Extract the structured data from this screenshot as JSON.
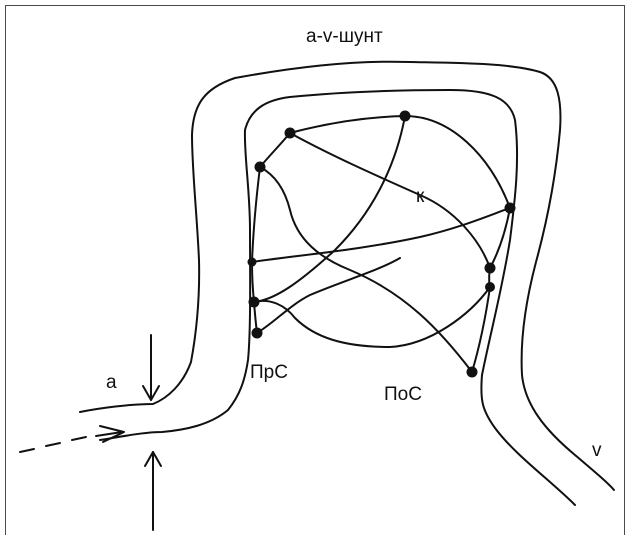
{
  "labels": {
    "shunt": "a-v-шунт",
    "capillary": "к",
    "artery": "a",
    "precapillary_sphincter": "ПрС",
    "postcapillary_sphincter": "ПоС",
    "vein": "v"
  },
  "colors": {
    "ink": "#111111",
    "frame": "#4a4a4a",
    "background": "#ffffff"
  }
}
